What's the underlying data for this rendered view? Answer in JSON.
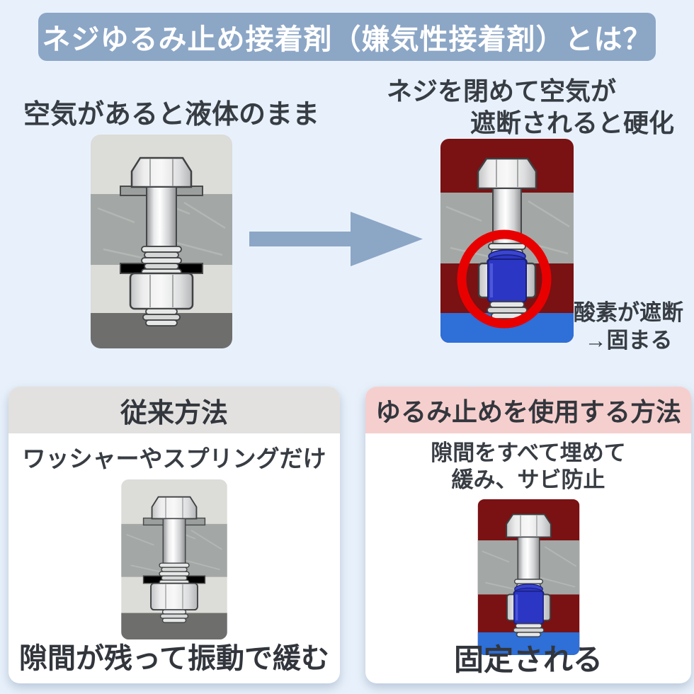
{
  "title": {
    "text": "ネジゆるみ止め接着剤（嫌気性接着剤）とは？"
  },
  "top_section": {
    "left_caption": "空気があると液体のまま",
    "right_caption_line1": "ネジを閉めて空気が",
    "right_caption_line2": "遮断されると硬化",
    "oxygen_note_line1": "酸素が遮断",
    "oxygen_note_line2": "→固まる"
  },
  "panels": {
    "left": {
      "header": "従来方法",
      "subtitle": "ワッシャーやスプリングだけ",
      "footer": "隙間が残って振動で緩む"
    },
    "right": {
      "header": "ゆるみ止めを使用する方法",
      "subtitle_line1": "隙間をすべて埋めて",
      "subtitle_line2": "緩み、サビ防止",
      "footer": "固定される"
    }
  },
  "colors": {
    "page_background": "#e8f1fb",
    "banner_background": "#8ca6c6",
    "banner_text": "#ffffff",
    "arrow": "#8ca6c6",
    "left_panel_header_background": "#e2e1df",
    "right_panel_header_background": "#f5cfce",
    "cured_figure_background": "#7a1113",
    "adhesive_blue": "#2c36c4",
    "floor_blue": "#2e6fd8",
    "highlight_circle_red": "#e80000",
    "body_text": "#383d44"
  }
}
